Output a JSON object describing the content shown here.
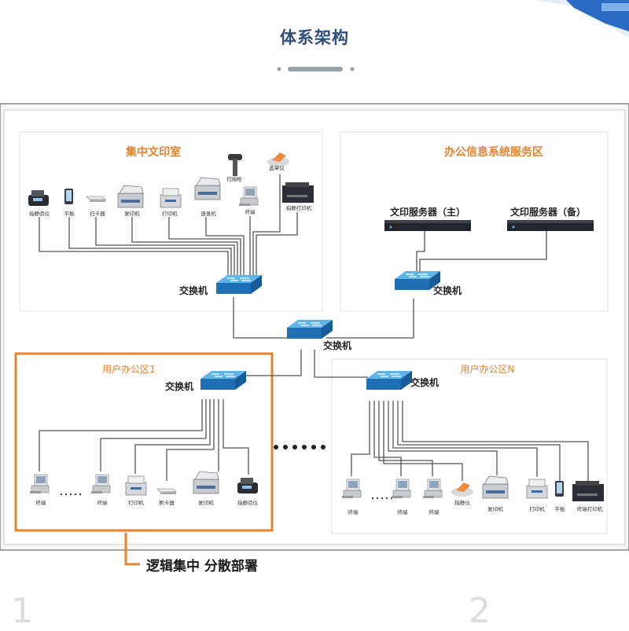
{
  "page": {
    "title": "体系架构",
    "bottom_caption": "逻辑集中  分散部署",
    "bottom_numbers": [
      "1",
      "2"
    ]
  },
  "colors": {
    "title": "#2c4d7e",
    "accent_orange": "#e8822c",
    "switch_blue": "#2f8fd0",
    "zone_border": "#dddddd",
    "line": "#555555"
  },
  "zones": {
    "print_room": {
      "title": "集中文印室",
      "device_labels": {
        "receipt": "指静验仪",
        "tablet": "平板",
        "scanner_flat": "扫卡器",
        "copier": "复印机",
        "printer": "打印机",
        "duplicator": "速录机",
        "handheld_scanner": "扫描枪",
        "stamp": "盖章仪",
        "pc": "终端",
        "large_printer": "指静打印机"
      },
      "switch_label": "交换机"
    },
    "office_system": {
      "title": "办公信息系统服务区",
      "server_main": "文印服务器（主）",
      "server_backup": "文印服务器（备）",
      "switch_label": "交换机"
    },
    "core": {
      "switch_label": "交换机"
    },
    "user_office_1": {
      "title": "用户办公区1",
      "switch_label": "交换机",
      "device_labels": {
        "pc1": "终端",
        "pc2": "终端",
        "printer": "打印机",
        "card": "刷卡器",
        "copier": "复印机",
        "receipt": "指静验仪"
      }
    },
    "user_office_n": {
      "title": "用户办公区N",
      "switch_label": "交换机",
      "device_labels": {
        "pc1": "终端",
        "pc2": "终端",
        "pc3": "终端",
        "stamp": "指静仪",
        "copier": "复印机",
        "printer": "打印机",
        "tablet": "平板",
        "large_printer": "终端打印机"
      }
    }
  }
}
